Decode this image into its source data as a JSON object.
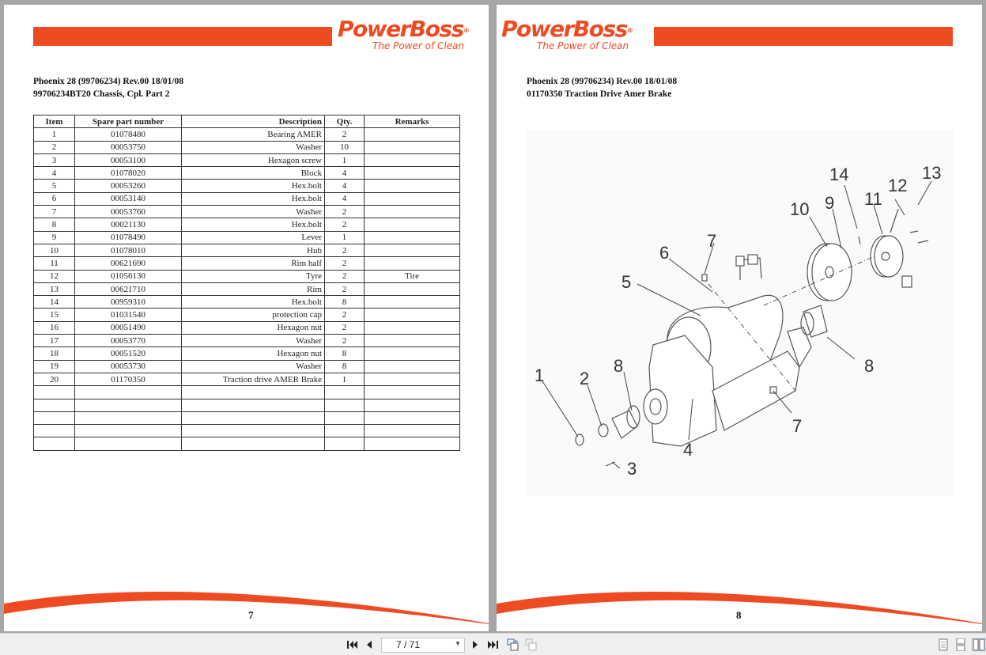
{
  "brand": {
    "name": "PowerBoss",
    "registered": "®",
    "tagline": "The Power of Clean",
    "accent_color": "#ef4b23"
  },
  "left_page": {
    "header_line1": "Phoenix 28 (99706234) Rev.00 18/01/08",
    "header_line2": "99706234BT20 Chassis, Cpl. Part 2",
    "page_number": "7",
    "table": {
      "columns": [
        "Item",
        "Spare part number",
        "Description",
        "Qty.",
        "Remarks"
      ],
      "rows": [
        {
          "item": "1",
          "part": "01078480",
          "desc": "Bearing AMER",
          "qty": "2",
          "remarks": ""
        },
        {
          "item": "2",
          "part": "00053750",
          "desc": "Washer",
          "qty": "10",
          "remarks": ""
        },
        {
          "item": "3",
          "part": "00053100",
          "desc": "Hexagon screw",
          "qty": "1",
          "remarks": ""
        },
        {
          "item": "4",
          "part": "01078020",
          "desc": "Block",
          "qty": "4",
          "remarks": ""
        },
        {
          "item": "5",
          "part": "00053260",
          "desc": "Hex.bolt",
          "qty": "4",
          "remarks": ""
        },
        {
          "item": "6",
          "part": "00053140",
          "desc": "Hex.bolt",
          "qty": "4",
          "remarks": ""
        },
        {
          "item": "7",
          "part": "00053760",
          "desc": "Washer",
          "qty": "2",
          "remarks": ""
        },
        {
          "item": "8",
          "part": "00021130",
          "desc": "Hex.bolt",
          "qty": "2",
          "remarks": ""
        },
        {
          "item": "9",
          "part": "01078490",
          "desc": "Lever",
          "qty": "1",
          "remarks": ""
        },
        {
          "item": "10",
          "part": "01078010",
          "desc": "Hub",
          "qty": "2",
          "remarks": ""
        },
        {
          "item": "11",
          "part": "00621690",
          "desc": "Rim half",
          "qty": "2",
          "remarks": ""
        },
        {
          "item": "12",
          "part": "01056130",
          "desc": "Tyre",
          "qty": "2",
          "remarks": "Tire"
        },
        {
          "item": "13",
          "part": "00621710",
          "desc": "Rim",
          "qty": "2",
          "remarks": ""
        },
        {
          "item": "14",
          "part": "00959310",
          "desc": "Hex.bolt",
          "qty": "8",
          "remarks": ""
        },
        {
          "item": "15",
          "part": "01031540",
          "desc": "protection cap",
          "qty": "2",
          "remarks": ""
        },
        {
          "item": "16",
          "part": "00051490",
          "desc": "Hexagon nut",
          "qty": "2",
          "remarks": ""
        },
        {
          "item": "17",
          "part": "00053770",
          "desc": "Washer",
          "qty": "2",
          "remarks": ""
        },
        {
          "item": "18",
          "part": "00051520",
          "desc": "Hexagon nut",
          "qty": "8",
          "remarks": ""
        },
        {
          "item": "19",
          "part": "00053730",
          "desc": "Washer",
          "qty": "8",
          "remarks": ""
        },
        {
          "item": "20",
          "part": "01170350",
          "desc": "Traction drive AMER Brake",
          "qty": "1",
          "remarks": ""
        },
        {
          "item": "",
          "part": "",
          "desc": "",
          "qty": "",
          "remarks": ""
        },
        {
          "item": "",
          "part": "",
          "desc": "",
          "qty": "",
          "remarks": ""
        },
        {
          "item": "",
          "part": "",
          "desc": "",
          "qty": "",
          "remarks": ""
        },
        {
          "item": "",
          "part": "",
          "desc": "",
          "qty": "",
          "remarks": ""
        },
        {
          "item": "",
          "part": "",
          "desc": "",
          "qty": "",
          "remarks": ""
        }
      ]
    }
  },
  "right_page": {
    "header_line1": "Phoenix 28 (99706234) Rev.00 18/01/08",
    "header_line2": "01170350 Traction Drive Amer Brake",
    "page_number": "8",
    "diagram_callouts": [
      "1",
      "2",
      "3",
      "4",
      "5",
      "6",
      "7",
      "7",
      "8",
      "8",
      "9",
      "10",
      "11",
      "12",
      "13",
      "14"
    ]
  },
  "toolbar": {
    "page_indicator": "7 / 71",
    "first_page": "first-page-icon",
    "prev_page": "previous-page-icon",
    "next_page": "next-page-icon",
    "last_page": "last-page-icon",
    "back": "go-back-icon",
    "forward": "go-forward-icon",
    "single_page": "single-page-view-icon",
    "continuous": "continuous-view-icon",
    "facing": "facing-pages-view-icon"
  }
}
